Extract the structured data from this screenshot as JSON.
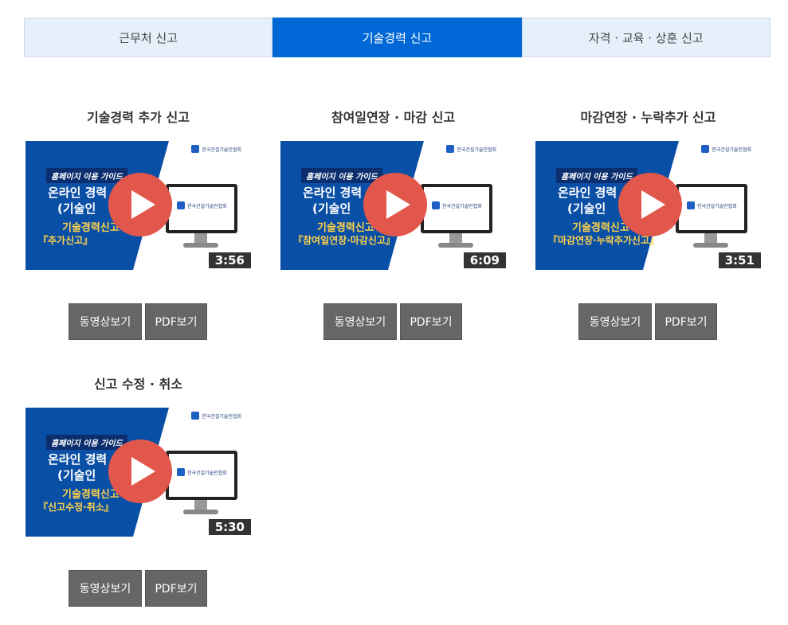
{
  "tabs": [
    {
      "label": "근무처 신고",
      "active": false
    },
    {
      "label": "기술경력 신고",
      "active": true
    },
    {
      "label": "자격 · 교육 · 상훈 신고",
      "active": false
    }
  ],
  "thumb_common": {
    "org_name": "한국건설기술인협회",
    "guide_badge": "홈페이지 이용 가이드",
    "line1": "온라인 경력",
    "line2": "(기술인",
    "line3": "기술경력신고"
  },
  "cards": [
    {
      "title": "기술경력 추가 신고",
      "subtitle": "『추가신고』",
      "duration": "3:56",
      "video_label": "동영상보기",
      "pdf_label": "PDF보기"
    },
    {
      "title": "참여일연장 · 마감 신고",
      "subtitle": "『참여일연장·마감신고』",
      "duration": "6:09",
      "video_label": "동영상보기",
      "pdf_label": "PDF보기"
    },
    {
      "title": "마감연장 · 누락추가 신고",
      "subtitle": "『마감연장·누락추가신고』",
      "duration": "3:51",
      "video_label": "동영상보기",
      "pdf_label": "PDF보기"
    },
    {
      "title": "신고 수정 · 취소",
      "subtitle": "『신고수정·취소』",
      "duration": "5:30",
      "video_label": "동영상보기",
      "pdf_label": "PDF보기"
    }
  ]
}
